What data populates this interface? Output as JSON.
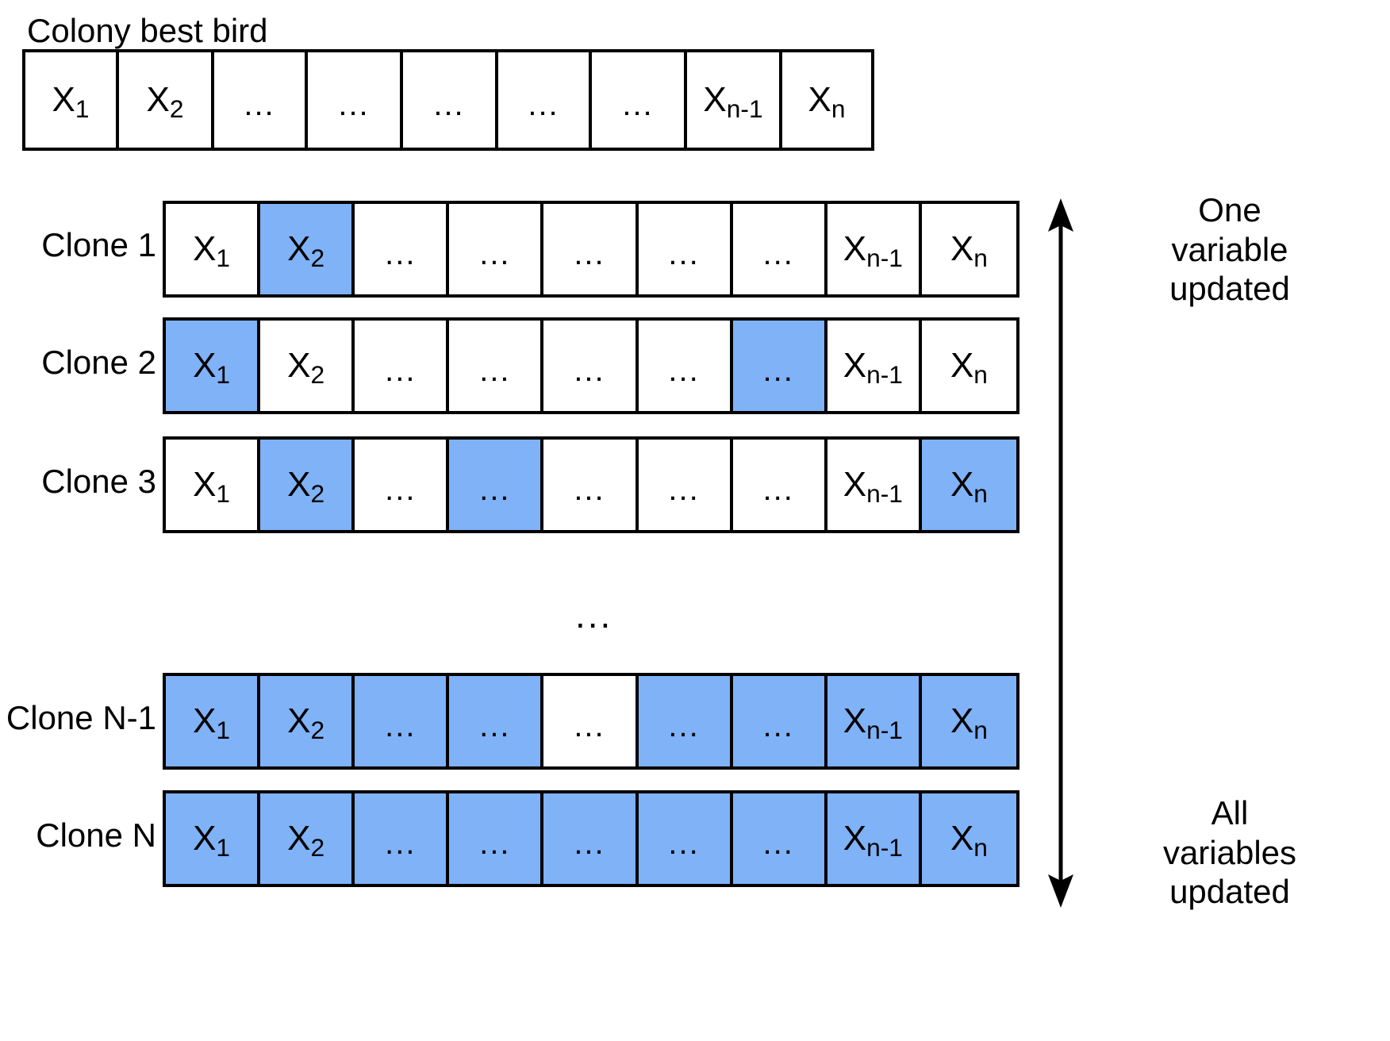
{
  "diagram": {
    "title_label": "Colony best bird",
    "middle_ellipsis": "...",
    "highlight_color": "#7FB2F7",
    "stroke_color": "#000000",
    "background_color": "#FFFFFF",
    "cell_labels": {
      "x1": "X",
      "x1_sub": "1",
      "x2": "X",
      "x2_sub": "2",
      "xn1": "X",
      "xn1_sub": "n-1",
      "xn": "X",
      "xn_sub": "n",
      "dots": "..."
    },
    "annotations": {
      "top": "One\nvariable\nupdated",
      "bottom": "All\nvariables\nupdated",
      "arrow_name": "double-headed-vertical-arrow"
    },
    "best_bird": {
      "label": "Colony best bird",
      "cells": [
        {
          "text": "X",
          "sub": "1",
          "kind": "var",
          "highlighted": false
        },
        {
          "text": "X",
          "sub": "2",
          "kind": "var",
          "highlighted": false
        },
        {
          "text": "...",
          "sub": "",
          "kind": "dots",
          "highlighted": false
        },
        {
          "text": "...",
          "sub": "",
          "kind": "dots",
          "highlighted": false
        },
        {
          "text": "...",
          "sub": "",
          "kind": "dots",
          "highlighted": false
        },
        {
          "text": "...",
          "sub": "",
          "kind": "dots",
          "highlighted": false
        },
        {
          "text": "...",
          "sub": "",
          "kind": "dots",
          "highlighted": false
        },
        {
          "text": "X",
          "sub": "n-1",
          "kind": "var",
          "highlighted": false
        },
        {
          "text": "X",
          "sub": "n",
          "kind": "var",
          "highlighted": false
        }
      ]
    },
    "clones": [
      {
        "label": "Clone 1",
        "cells": [
          {
            "text": "X",
            "sub": "1",
            "kind": "var",
            "highlighted": false
          },
          {
            "text": "X",
            "sub": "2",
            "kind": "var",
            "highlighted": true
          },
          {
            "text": "...",
            "sub": "",
            "kind": "dots",
            "highlighted": false
          },
          {
            "text": "...",
            "sub": "",
            "kind": "dots",
            "highlighted": false
          },
          {
            "text": "...",
            "sub": "",
            "kind": "dots",
            "highlighted": false
          },
          {
            "text": "...",
            "sub": "",
            "kind": "dots",
            "highlighted": false
          },
          {
            "text": "...",
            "sub": "",
            "kind": "dots",
            "highlighted": false
          },
          {
            "text": "X",
            "sub": "n-1",
            "kind": "var",
            "highlighted": false
          },
          {
            "text": "X",
            "sub": "n",
            "kind": "var",
            "highlighted": false
          }
        ]
      },
      {
        "label": "Clone 2",
        "cells": [
          {
            "text": "X",
            "sub": "1",
            "kind": "var",
            "highlighted": true
          },
          {
            "text": "X",
            "sub": "2",
            "kind": "var",
            "highlighted": false
          },
          {
            "text": "...",
            "sub": "",
            "kind": "dots",
            "highlighted": false
          },
          {
            "text": "...",
            "sub": "",
            "kind": "dots",
            "highlighted": false
          },
          {
            "text": "...",
            "sub": "",
            "kind": "dots",
            "highlighted": false
          },
          {
            "text": "...",
            "sub": "",
            "kind": "dots",
            "highlighted": false
          },
          {
            "text": "...",
            "sub": "",
            "kind": "dots",
            "highlighted": true
          },
          {
            "text": "X",
            "sub": "n-1",
            "kind": "var",
            "highlighted": false
          },
          {
            "text": "X",
            "sub": "n",
            "kind": "var",
            "highlighted": false
          }
        ]
      },
      {
        "label": "Clone 3",
        "cells": [
          {
            "text": "X",
            "sub": "1",
            "kind": "var",
            "highlighted": false
          },
          {
            "text": "X",
            "sub": "2",
            "kind": "var",
            "highlighted": true
          },
          {
            "text": "...",
            "sub": "",
            "kind": "dots",
            "highlighted": false
          },
          {
            "text": "...",
            "sub": "",
            "kind": "dots",
            "highlighted": true
          },
          {
            "text": "...",
            "sub": "",
            "kind": "dots",
            "highlighted": false
          },
          {
            "text": "...",
            "sub": "",
            "kind": "dots",
            "highlighted": false
          },
          {
            "text": "...",
            "sub": "",
            "kind": "dots",
            "highlighted": false
          },
          {
            "text": "X",
            "sub": "n-1",
            "kind": "var",
            "highlighted": false
          },
          {
            "text": "X",
            "sub": "n",
            "kind": "var",
            "highlighted": true
          }
        ]
      },
      {
        "label": "Clone N-1",
        "cells": [
          {
            "text": "X",
            "sub": "1",
            "kind": "var",
            "highlighted": true
          },
          {
            "text": "X",
            "sub": "2",
            "kind": "var",
            "highlighted": true
          },
          {
            "text": "...",
            "sub": "",
            "kind": "dots",
            "highlighted": true
          },
          {
            "text": "...",
            "sub": "",
            "kind": "dots",
            "highlighted": true
          },
          {
            "text": "...",
            "sub": "",
            "kind": "dots",
            "highlighted": false
          },
          {
            "text": "...",
            "sub": "",
            "kind": "dots",
            "highlighted": true
          },
          {
            "text": "...",
            "sub": "",
            "kind": "dots",
            "highlighted": true
          },
          {
            "text": "X",
            "sub": "n-1",
            "kind": "var",
            "highlighted": true
          },
          {
            "text": "X",
            "sub": "n",
            "kind": "var",
            "highlighted": true
          }
        ]
      },
      {
        "label": "Clone N",
        "cells": [
          {
            "text": "X",
            "sub": "1",
            "kind": "var",
            "highlighted": true
          },
          {
            "text": "X",
            "sub": "2",
            "kind": "var",
            "highlighted": true
          },
          {
            "text": "...",
            "sub": "",
            "kind": "dots",
            "highlighted": true
          },
          {
            "text": "...",
            "sub": "",
            "kind": "dots",
            "highlighted": true
          },
          {
            "text": "...",
            "sub": "",
            "kind": "dots",
            "highlighted": true
          },
          {
            "text": "...",
            "sub": "",
            "kind": "dots",
            "highlighted": true
          },
          {
            "text": "...",
            "sub": "",
            "kind": "dots",
            "highlighted": true
          },
          {
            "text": "X",
            "sub": "n-1",
            "kind": "var",
            "highlighted": true
          },
          {
            "text": "X",
            "sub": "n",
            "kind": "var",
            "highlighted": true
          }
        ]
      }
    ]
  }
}
